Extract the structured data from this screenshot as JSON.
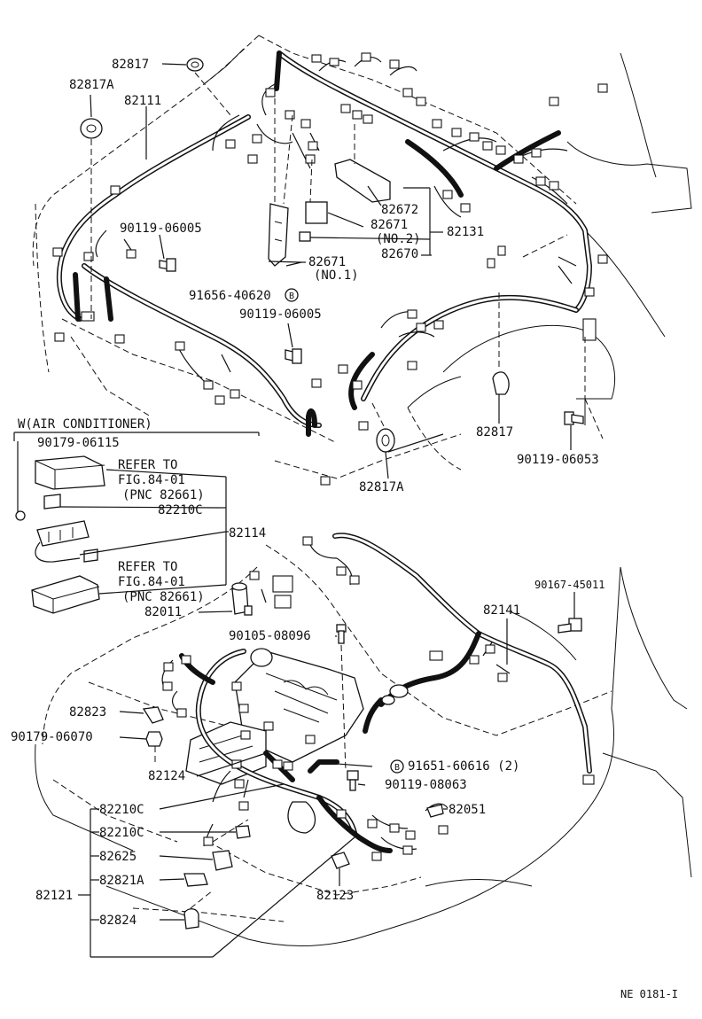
{
  "labels": {
    "p82817_top": "82817",
    "p82817A_top": "82817A",
    "p82111": "82111",
    "p90119_06005_a": "90119-06005",
    "p91656_40620": "91656-40620",
    "p90119_06005_b": "90119-06005",
    "p82672": "82672",
    "p82671_no2": "82671",
    "no2": "(NO.2)",
    "p82131": "82131",
    "p82670": "82670",
    "p82671_no1": "82671",
    "no1": "(NO.1)",
    "p82817_mid": "82817",
    "p90119_06053": "90119-06053",
    "p82817A_mid": "82817A",
    "ac_heading": "W(AIR CONDITIONER)",
    "p90179_06115": "90179-06115",
    "refer_to_1": "REFER TO",
    "fig_1": "FIG.84-01",
    "pnc_1": "(PNC 82661)",
    "p82210C_a": "82210C",
    "p82114": "82114",
    "refer_to_2": "REFER TO",
    "fig_2": "FIG.84-01",
    "pnc_2": "(PNC 82661)",
    "p82011": "82011",
    "p90105_08096": "90105-08096",
    "p82141": "82141",
    "p90167_45011": "90167-45011",
    "p82823": "82823",
    "p90179_06070": "90179-06070",
    "p82124": "82124",
    "p91651_60616": "91651-60616 (2)",
    "p90119_08063": "90119-08063",
    "p82210C_b": "82210C",
    "p82051": "82051",
    "p82210C_c": "82210C",
    "p82625": "82625",
    "p82121": "82121",
    "p82821A": "82821A",
    "p82123": "82123",
    "p82824": "82824",
    "code": "NE 0181-I"
  },
  "marker_letter": "B",
  "colors": {
    "ink": "#111111",
    "paper": "#ffffff"
  }
}
